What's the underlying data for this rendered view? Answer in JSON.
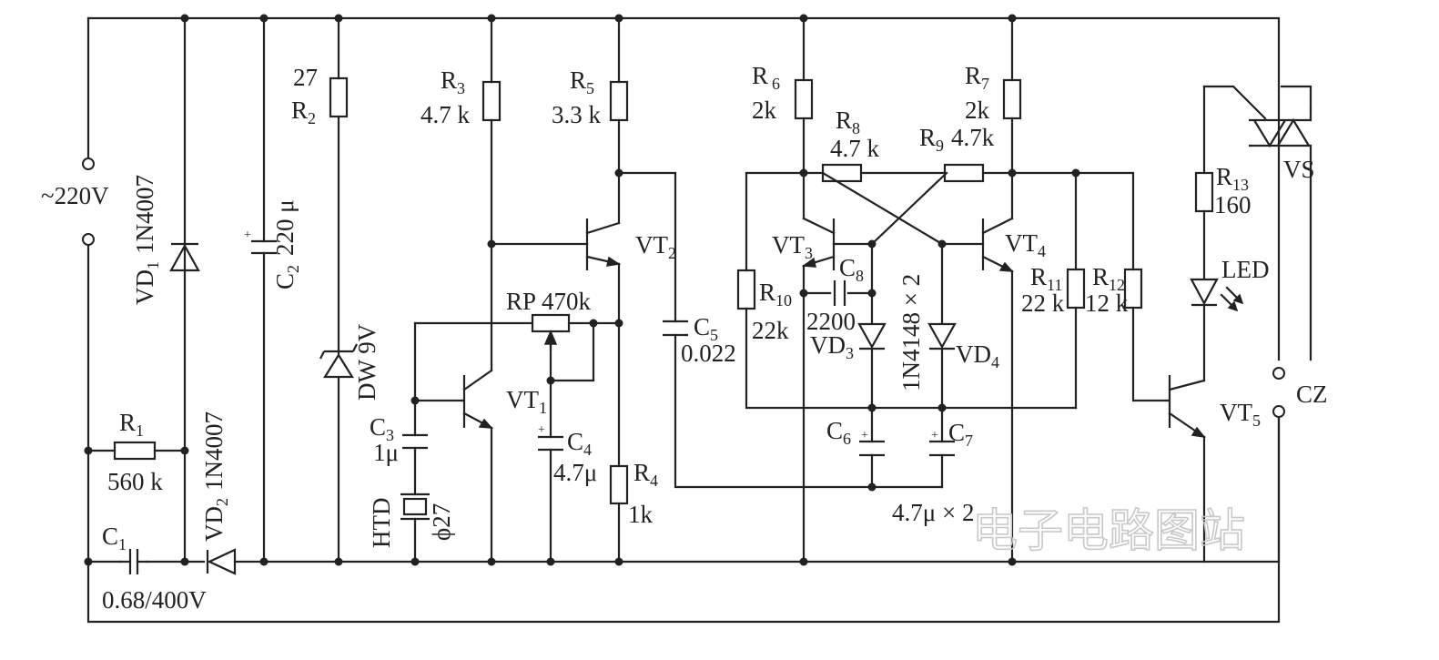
{
  "power": {
    "label": "~220V"
  },
  "components": {
    "R1": {
      "name": "R",
      "sub": "1",
      "value": "560 k"
    },
    "R2": {
      "name": "R",
      "sub": "2",
      "value": "27"
    },
    "R3": {
      "name": "R",
      "sub": "3",
      "value": "4.7 k"
    },
    "R4": {
      "name": "R",
      "sub": "4",
      "value": "1k"
    },
    "R5": {
      "name": "R",
      "sub": "5",
      "value": "3.3 k"
    },
    "R6": {
      "name": "R",
      "sub": "6",
      "value": "2k"
    },
    "R7": {
      "name": "R",
      "sub": "7",
      "value": "2k"
    },
    "R8": {
      "name": "R",
      "sub": "8",
      "value": "4.7 k"
    },
    "R9": {
      "name": "R",
      "sub": "9",
      "value": "4.7k"
    },
    "R10": {
      "name": "R",
      "sub": "10",
      "value": "22k"
    },
    "R11": {
      "name": "R",
      "sub": "11",
      "value": "22 k"
    },
    "R12": {
      "name": "R",
      "sub": "12",
      "value": "12 k"
    },
    "R13": {
      "name": "R",
      "sub": "13",
      "value": "160"
    },
    "RP": {
      "name": "RP",
      "value": "470k"
    },
    "C1": {
      "name": "C",
      "sub": "1",
      "value": "0.68/400V"
    },
    "C2": {
      "name": "C",
      "sub": "2",
      "value": "220 μ"
    },
    "C3": {
      "name": "C",
      "sub": "3",
      "value": "1μ"
    },
    "C4": {
      "name": "C",
      "sub": "4",
      "value": "4.7μ"
    },
    "C5": {
      "name": "C",
      "sub": "5",
      "value": "0.022"
    },
    "C6": {
      "name": "C",
      "sub": "6"
    },
    "C7": {
      "name": "C",
      "sub": "7"
    },
    "C8": {
      "name": "C",
      "sub": "8",
      "value": "2200"
    },
    "C67_value": "4.7μ × 2",
    "VD1": {
      "name": "VD",
      "sub": "1",
      "value": "1N4007"
    },
    "VD2": {
      "name": "VD",
      "sub": "2",
      "value": "1N4007"
    },
    "VD3": {
      "name": "VD",
      "sub": "3"
    },
    "VD4": {
      "name": "VD",
      "sub": "4"
    },
    "VD34_value": "1N4148 × 2",
    "DW": {
      "value": "DW 9V"
    },
    "VT1": {
      "name": "VT",
      "sub": "1"
    },
    "VT2": {
      "name": "VT",
      "sub": "2"
    },
    "VT3": {
      "name": "VT",
      "sub": "3"
    },
    "VT4": {
      "name": "VT",
      "sub": "4"
    },
    "VT5": {
      "name": "VT",
      "sub": "5"
    },
    "HTD": {
      "name": "HTD",
      "value": "ϕ27"
    },
    "LED": {
      "name": "LED"
    },
    "VS": {
      "name": "VS"
    },
    "CZ": {
      "name": "CZ"
    }
  },
  "watermark": "电子电路图站"
}
